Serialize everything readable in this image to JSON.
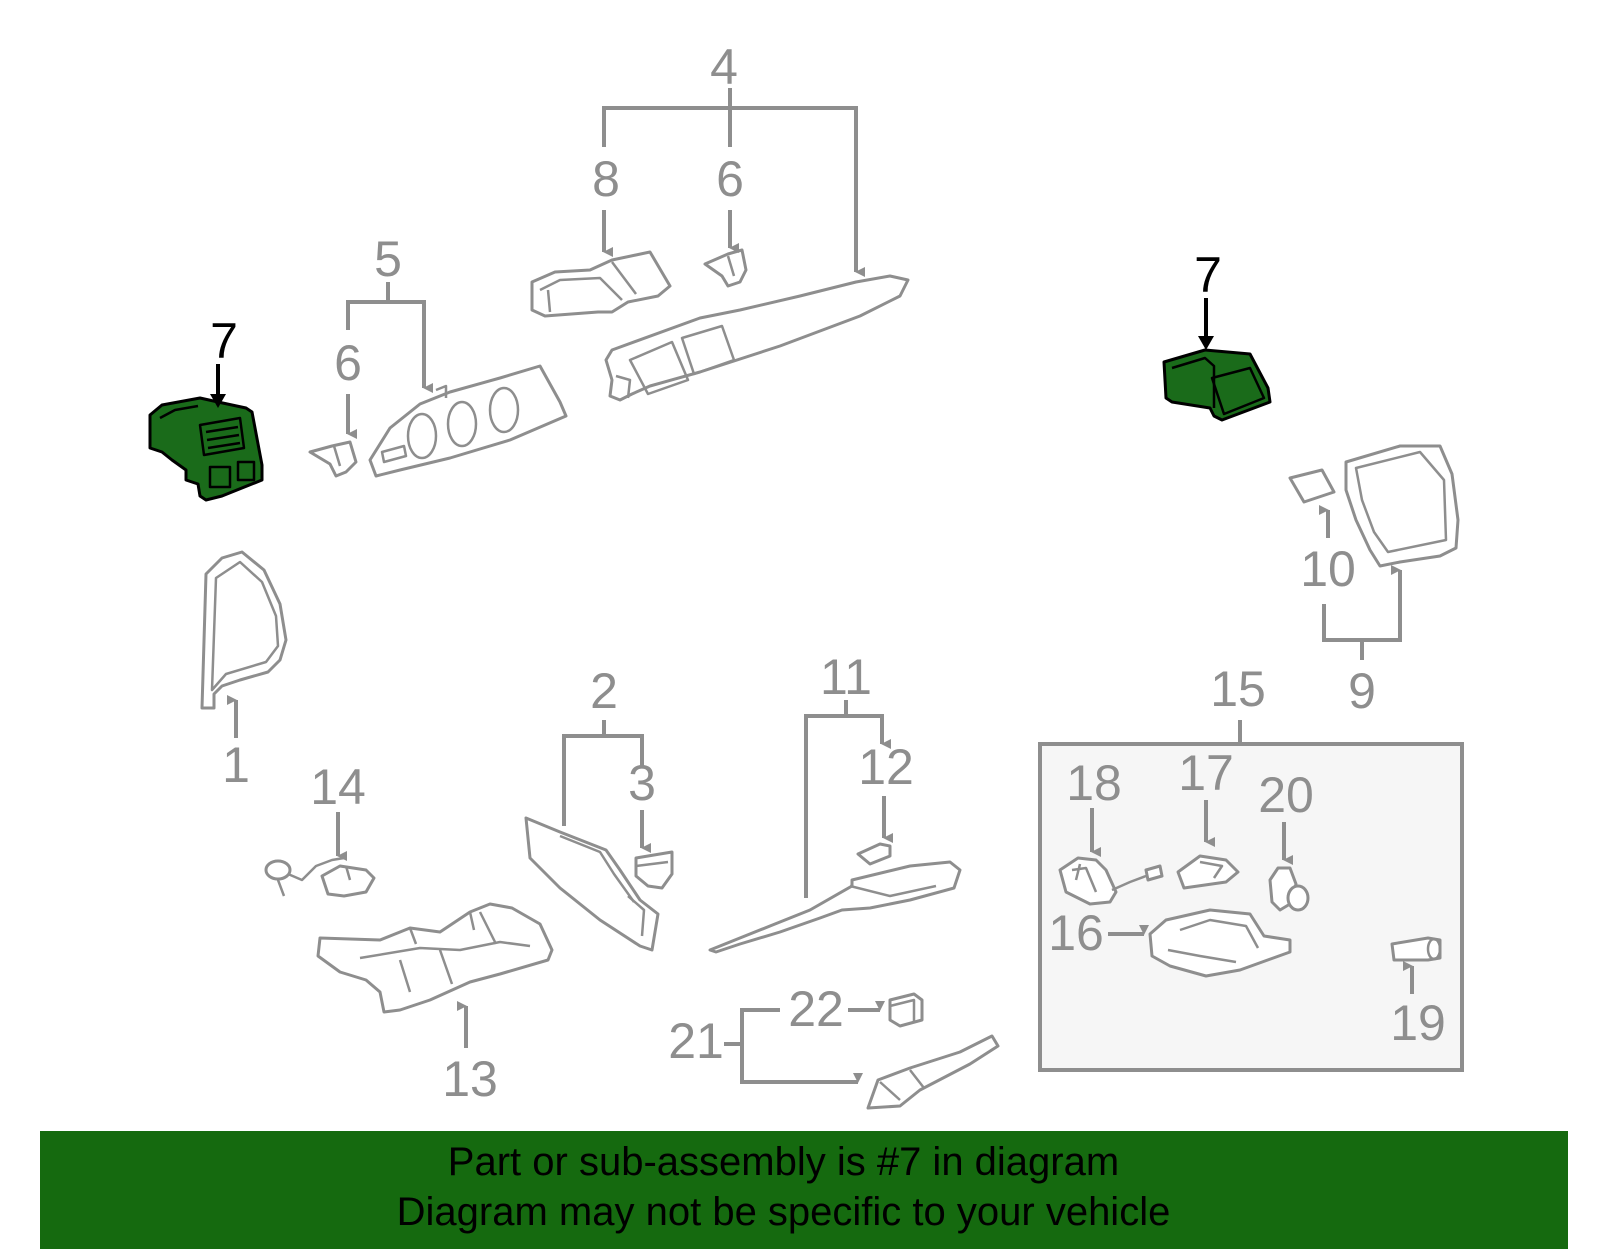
{
  "diagram": {
    "highlight_color": "#1a6b1a",
    "line_color": "#8e8e8e",
    "callouts": {
      "c1": "1",
      "c2": "2",
      "c3": "3",
      "c4": "4",
      "c5": "5",
      "c6a": "6",
      "c6b": "6",
      "c7a": "7",
      "c7b": "7",
      "c8": "8",
      "c9": "9",
      "c10": "10",
      "c11": "11",
      "c12": "12",
      "c13": "13",
      "c14": "14",
      "c15": "15",
      "c16": "16",
      "c17": "17",
      "c18": "18",
      "c19": "19",
      "c20": "20",
      "c21": "21",
      "c22": "22"
    }
  },
  "banner": {
    "color": "#156a0f",
    "line1": "Part or sub-assembly is #7 in diagram",
    "line2": "Diagram may not be specific to your vehicle"
  }
}
